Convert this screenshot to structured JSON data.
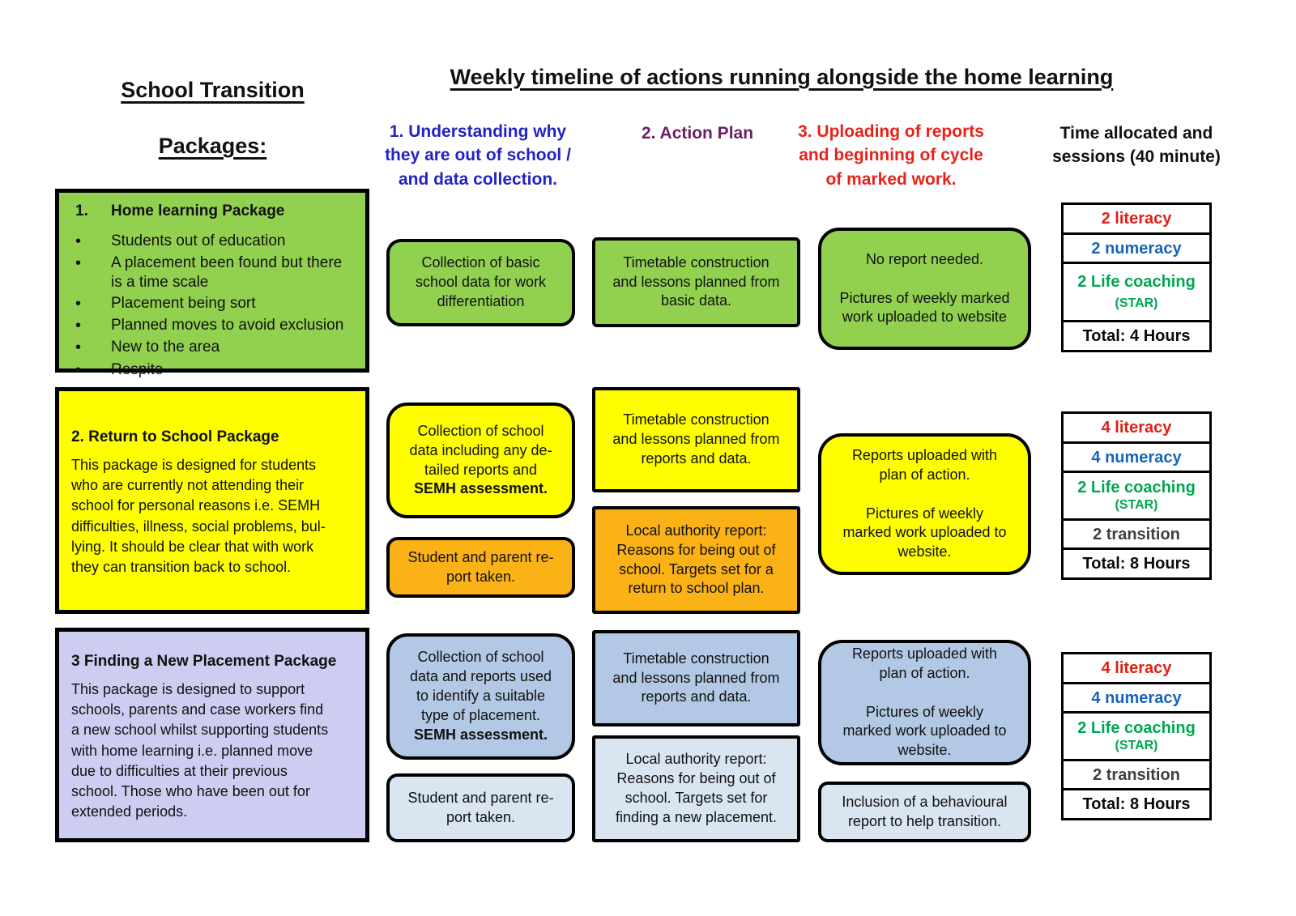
{
  "titles": {
    "left_line1": "School Transition",
    "left_line2": "Packages:",
    "main": "Weekly timeline of actions running alongside the home learning"
  },
  "headers": {
    "understanding": "1. Understanding why\nthey are out of school /\nand data collection.",
    "action": "2. Action Plan",
    "uploading": "3. Uploading of reports\nand beginning of cycle\nof marked work.",
    "time": "Time allocated and\nsessions (40 minute)"
  },
  "colors": {
    "header_blue": "#2323C4",
    "header_purple": "#6B2060",
    "header_red": "#E8221A",
    "literacy": "#E02015",
    "numeracy": "#1763BB",
    "coaching": "#00A651",
    "transition": "#3F3F3F",
    "total": "#0A0A0A",
    "green": "#92D050",
    "yellow": "#FEFE00",
    "orange": "#FBB216",
    "blue_mid": "#B2C8E4",
    "blue_light": "#DAE5F2",
    "lavender": "#CDCDF2"
  },
  "rows": [
    {
      "package": {
        "number": "1.",
        "title": "Home learning Package",
        "bullets": [
          "Students out of education",
          "A placement been found but there\nis a time scale",
          "Placement being sort",
          "Planned moves to avoid exclusion",
          "New to the area",
          "Respite"
        ]
      },
      "understanding": {
        "text": "Collection of basic\nschool data  for work\ndifferentiation"
      },
      "action": {
        "text": "Timetable construction\nand lessons planned from\nbasic data."
      },
      "uploading": {
        "text": "No report needed.\n\nPictures of weekly marked\nwork uploaded to website"
      },
      "time": {
        "entries": [
          {
            "label": "2 literacy"
          },
          {
            "label": "2 numeracy"
          },
          {
            "label": "2 Life coaching",
            "sub": "(STAR)"
          },
          {
            "label": "Total:  4 Hours"
          }
        ]
      }
    },
    {
      "package": {
        "title": "2. Return to School Package",
        "body": "This package is designed for  students\nwho are currently not attending their\nschool for personal reasons i.e. SEMH\ndifficulties, illness, social problems, bul-\nlying. It should be clear that with work\nthey can transition back to school."
      },
      "understanding": {
        "text": "Collection of school\ndata including any de-\ntailed reports and",
        "bold": "SEMH assessment."
      },
      "understanding2": {
        "text": "Student and parent re-\nport taken."
      },
      "action": {
        "text": "Timetable construction\nand lessons planned from\nreports and data."
      },
      "action2": {
        "text": "Local authority report:\nReasons for being out of\nschool. Targets set for a\nreturn to school plan."
      },
      "uploading": {
        "text": "Reports uploaded with\nplan of action.\n\nPictures of weekly\nmarked work uploaded to\nwebsite."
      },
      "time": {
        "entries": [
          {
            "label": "4 literacy"
          },
          {
            "label": "4 numeracy"
          },
          {
            "label": "2 Life coaching",
            "sub": "(STAR)"
          },
          {
            "label": "2 transition"
          },
          {
            "label": "Total:  8 Hours"
          }
        ]
      }
    },
    {
      "package": {
        "title": "3 Finding a New Placement Package",
        "body": "This package is designed to support\nschools, parents and case workers find\na new school whilst supporting students\nwith home learning i.e. planned move\ndue to difficulties at their previous\nschool. Those who have been out for\nextended periods."
      },
      "understanding": {
        "text": "Collection of school\ndata  and reports used\nto identify a suitable\ntype of placement.",
        "bold": "SEMH assessment."
      },
      "understanding2": {
        "text": "Student and parent re-\nport taken."
      },
      "action": {
        "text": "Timetable construction\nand lessons planned from\nreports and data."
      },
      "action2": {
        "text": "Local authority report:\nReasons for being out of\nschool. Targets set for\nfinding a new placement."
      },
      "uploading": {
        "text": "Reports uploaded with\nplan of action.\n\nPictures of weekly\nmarked work uploaded to\nwebsite."
      },
      "uploading2": {
        "text": "Inclusion of a behavioural\nreport to help transition."
      },
      "time": {
        "entries": [
          {
            "label": "4 literacy"
          },
          {
            "label": "4 numeracy"
          },
          {
            "label": "2 Life coaching",
            "sub": "(STAR)"
          },
          {
            "label": "2 transition"
          },
          {
            "label": "Total:  8 Hours"
          }
        ]
      }
    }
  ]
}
